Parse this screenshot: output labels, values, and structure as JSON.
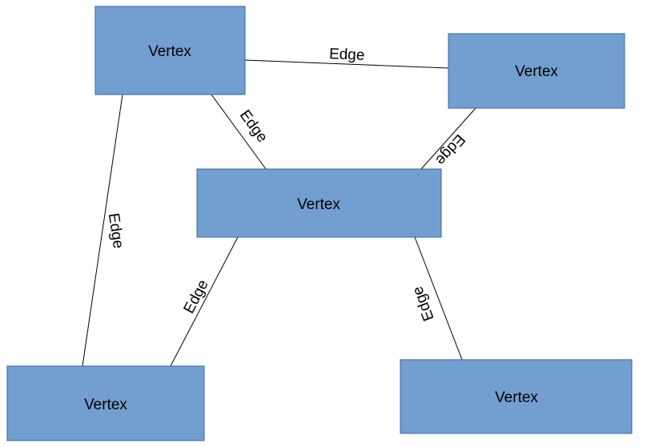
{
  "diagram": {
    "vertices": [
      {
        "id": "v1",
        "label": "Vertex"
      },
      {
        "id": "v2",
        "label": "Vertex"
      },
      {
        "id": "v3",
        "label": "Vertex"
      },
      {
        "id": "v4",
        "label": "Vertex"
      },
      {
        "id": "v5",
        "label": "Vertex"
      }
    ],
    "edges": [
      {
        "from": "v1",
        "to": "v2",
        "label": "Edge"
      },
      {
        "from": "v1",
        "to": "v3",
        "label": "Edge"
      },
      {
        "from": "v2",
        "to": "v3",
        "label": "Edge"
      },
      {
        "from": "v1",
        "to": "v4",
        "label": "Edge"
      },
      {
        "from": "v3",
        "to": "v4",
        "label": "Edge"
      },
      {
        "from": "v3",
        "to": "v5",
        "label": "Edge"
      }
    ],
    "colors": {
      "vertex_fill": "#729fcf",
      "vertex_stroke": "#3465a4",
      "edge": "#000000"
    }
  }
}
